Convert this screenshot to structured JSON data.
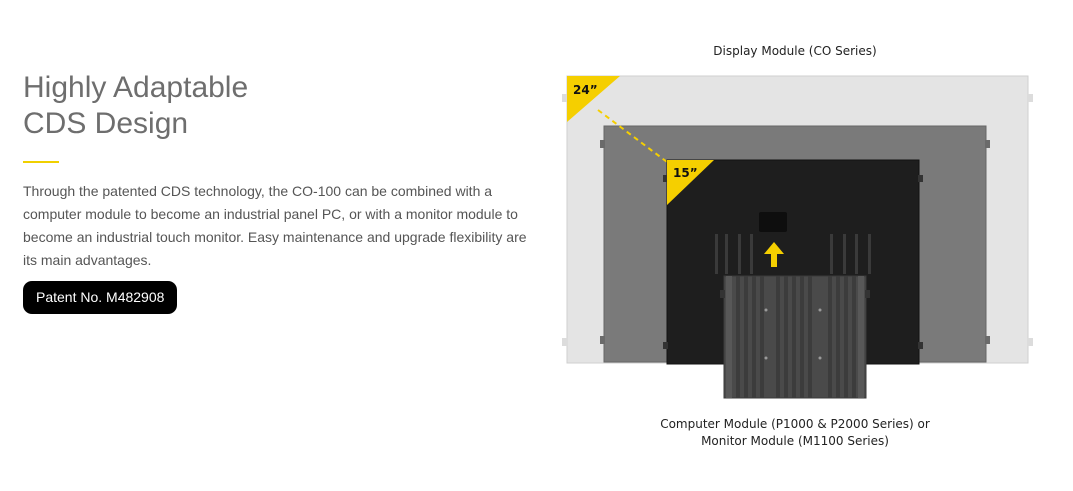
{
  "heading": {
    "line1": "Highly Adaptable",
    "line2": "CDS Design"
  },
  "description": "Through the patented CDS technology, the CO-100 can be combined with a computer module to become an industrial panel PC, or with a monitor module to become an industrial touch monitor. Easy maintenance and upgrade flexibility are its main advantages.",
  "patent_button": {
    "label": "Patent No. M482908"
  },
  "figure": {
    "caption_top": "Display Module (CO Series)",
    "size_large": "24”",
    "size_small": "15”",
    "caption_bottom_line1": "Computer Module (P1000 & P2000 Series) or",
    "caption_bottom_line2": "Monitor Module (M1100 Series)"
  },
  "colors": {
    "accent": "#f0d000",
    "heading": "#6e6e6e",
    "button_bg": "#000000"
  }
}
